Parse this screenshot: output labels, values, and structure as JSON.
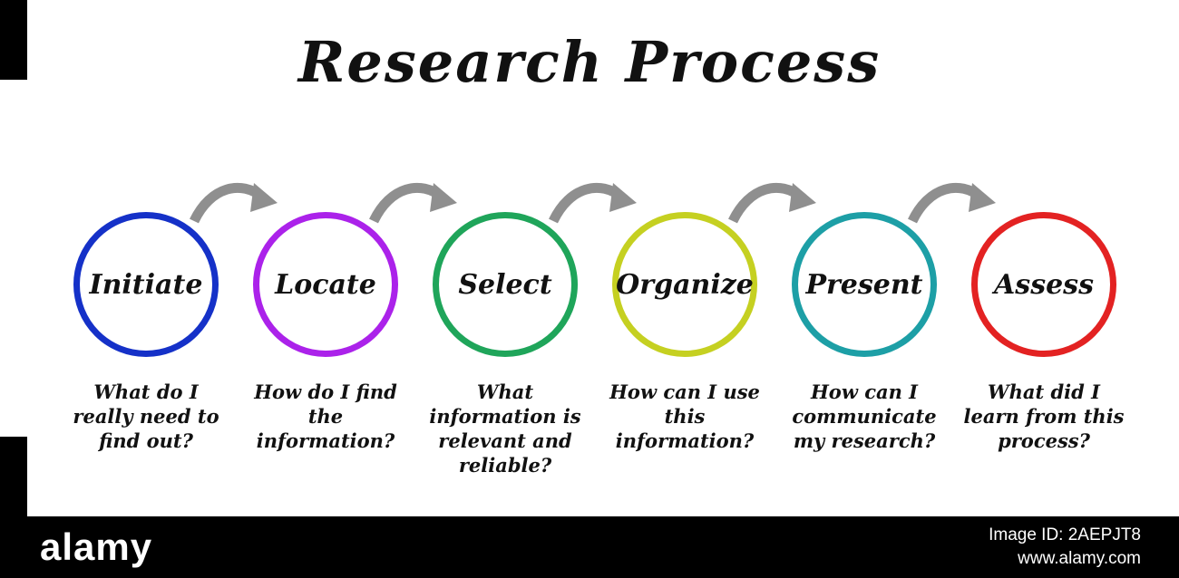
{
  "title": "Research Process",
  "steps": [
    {
      "label": "Initiate",
      "question": "What do I really need to find out?",
      "color": "#1531c8"
    },
    {
      "label": "Locate",
      "question": "How do I find the information?",
      "color": "#ab22ea"
    },
    {
      "label": "Select",
      "question": "What information is relevant and reliable?",
      "color": "#1fa55a"
    },
    {
      "label": "Organize",
      "question": "How can I use this information?",
      "color": "#c5d021"
    },
    {
      "label": "Present",
      "question": "How can I communicate my research?",
      "color": "#1d9fa6"
    },
    {
      "label": "Assess",
      "question": "What did I learn from this process?",
      "color": "#e32222"
    }
  ],
  "arrow_color": "#8f8f8f",
  "watermark": {
    "brand": "alamy",
    "image_id_label": "Image ID: 2AEPJT8",
    "url": "www.alamy.com"
  }
}
